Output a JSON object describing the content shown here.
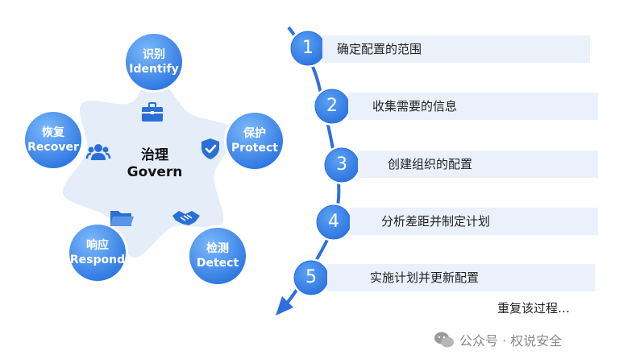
{
  "center": {
    "line1": "治理",
    "line2": "Govern"
  },
  "functions": [
    {
      "id": "identify",
      "cn": "识别",
      "en": "Identify"
    },
    {
      "id": "protect",
      "cn": "保护",
      "en": "Protect"
    },
    {
      "id": "detect",
      "cn": "检测",
      "en": "Detect"
    },
    {
      "id": "respond",
      "cn": "响应",
      "en": "Respond"
    },
    {
      "id": "recover",
      "cn": "恢复",
      "en": "Recover"
    }
  ],
  "steps": [
    {
      "num": "1",
      "text": "确定配置的范围"
    },
    {
      "num": "2",
      "text": "收集需要的信息"
    },
    {
      "num": "3",
      "text": "创建组织的配置"
    },
    {
      "num": "4",
      "text": "分析差距并制定计划"
    },
    {
      "num": "5",
      "text": "实施计划并更新配置"
    }
  ],
  "repeat_text": "重复该过程…",
  "watermark": {
    "text": "公众号 · 权说安全"
  },
  "colors": {
    "circle_blue": "#2f7fe6",
    "circle_light": "#6fb0f8",
    "star_fill": "#e4edf8",
    "icon_blue": "#2a6fd6",
    "arrow_blue": "#2d6fe0",
    "step_bar": "#eaf1fb"
  },
  "icons": [
    "briefcase-icon",
    "shield-check-icon",
    "handshake-icon",
    "folder-icon",
    "people-icon",
    "wechat-icon"
  ]
}
